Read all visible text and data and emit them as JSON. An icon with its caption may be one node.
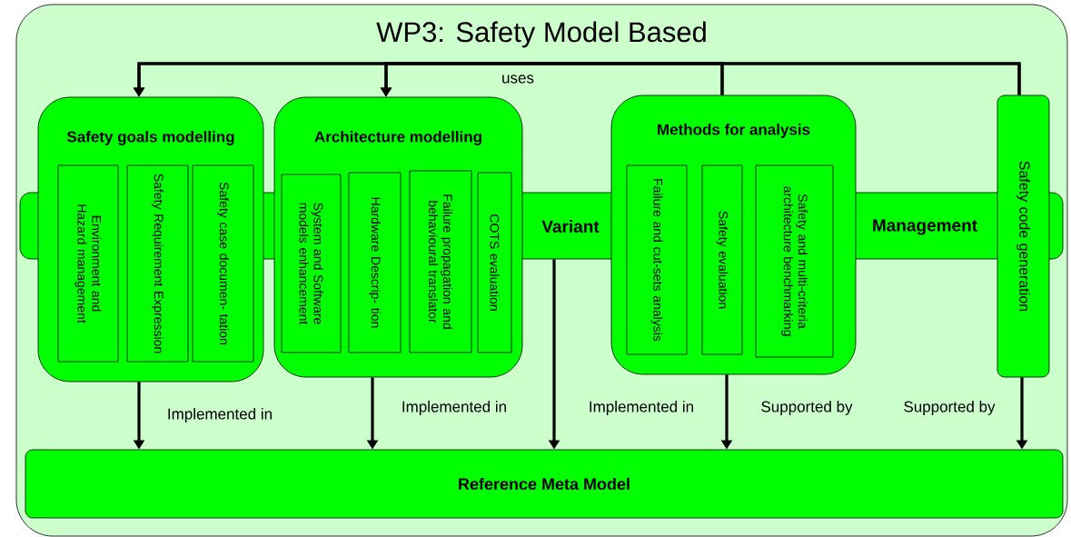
{
  "diagram": {
    "nodes": [
      {
        "text": [
          "WP3: Safety Model Based"
        ]
      },
      {
        "text": [
          "Variant",
          "Management"
        ],
        "in": 0
      },
      {
        "text": [
          "Safety goals modelling"
        ],
        "in": 0
      },
      {
        "text": [
          "Environment and Hazard management"
        ],
        "in": 2
      },
      {
        "text": [
          "Safety Requirement Expression"
        ],
        "in": 2
      },
      {
        "text": [
          "Safety case documen- tation"
        ],
        "in": 2
      },
      {
        "text": [
          "Architecture modelling"
        ],
        "in": 0
      },
      {
        "text": [
          "System and Software models enhancement"
        ],
        "in": 6
      },
      {
        "text": [
          "Hardware Descrip- tion"
        ],
        "in": 6
      },
      {
        "text": [
          "Failure propagation and behavioural translator"
        ],
        "in": 6
      },
      {
        "text": [
          "COTS evaluation"
        ],
        "in": 6
      },
      {
        "text": [
          "Methods for analysis"
        ],
        "in": 0
      },
      {
        "text": [
          "Failure and cut-sets analysis"
        ],
        "in": 11
      },
      {
        "text": [
          "Safety evaluation"
        ],
        "in": 11
      },
      {
        "text": [
          "Safety and multi-criteria architecture benchmarking"
        ],
        "in": 11
      },
      {
        "text": [
          "Safety code generation"
        ],
        "in": 0
      },
      {
        "text": [
          "Reference Meta Model"
        ],
        "in": 0
      }
    ],
    "edges": [
      {
        "from": 11,
        "to": 2,
        "arrow": "to",
        "label": "uses"
      },
      {
        "from": 11,
        "to": 6,
        "arrow": "to"
      },
      {
        "from": 15,
        "to": 2,
        "arrow": "to"
      },
      {
        "from": 15,
        "to": 6,
        "arrow": "to"
      },
      {
        "from": 2,
        "to": 16,
        "arrow": "to",
        "label": "Implemented in"
      },
      {
        "from": 6,
        "to": 16,
        "arrow": "to",
        "label": "Implemented in"
      },
      {
        "from": 1,
        "to": 16,
        "arrow": "to",
        "label": "Implemented in"
      },
      {
        "from": 11,
        "to": 16,
        "arrow": "to",
        "label": "Supported by"
      },
      {
        "from": 15,
        "to": 16,
        "arrow": "to",
        "label": "Supported by"
      }
    ]
  }
}
